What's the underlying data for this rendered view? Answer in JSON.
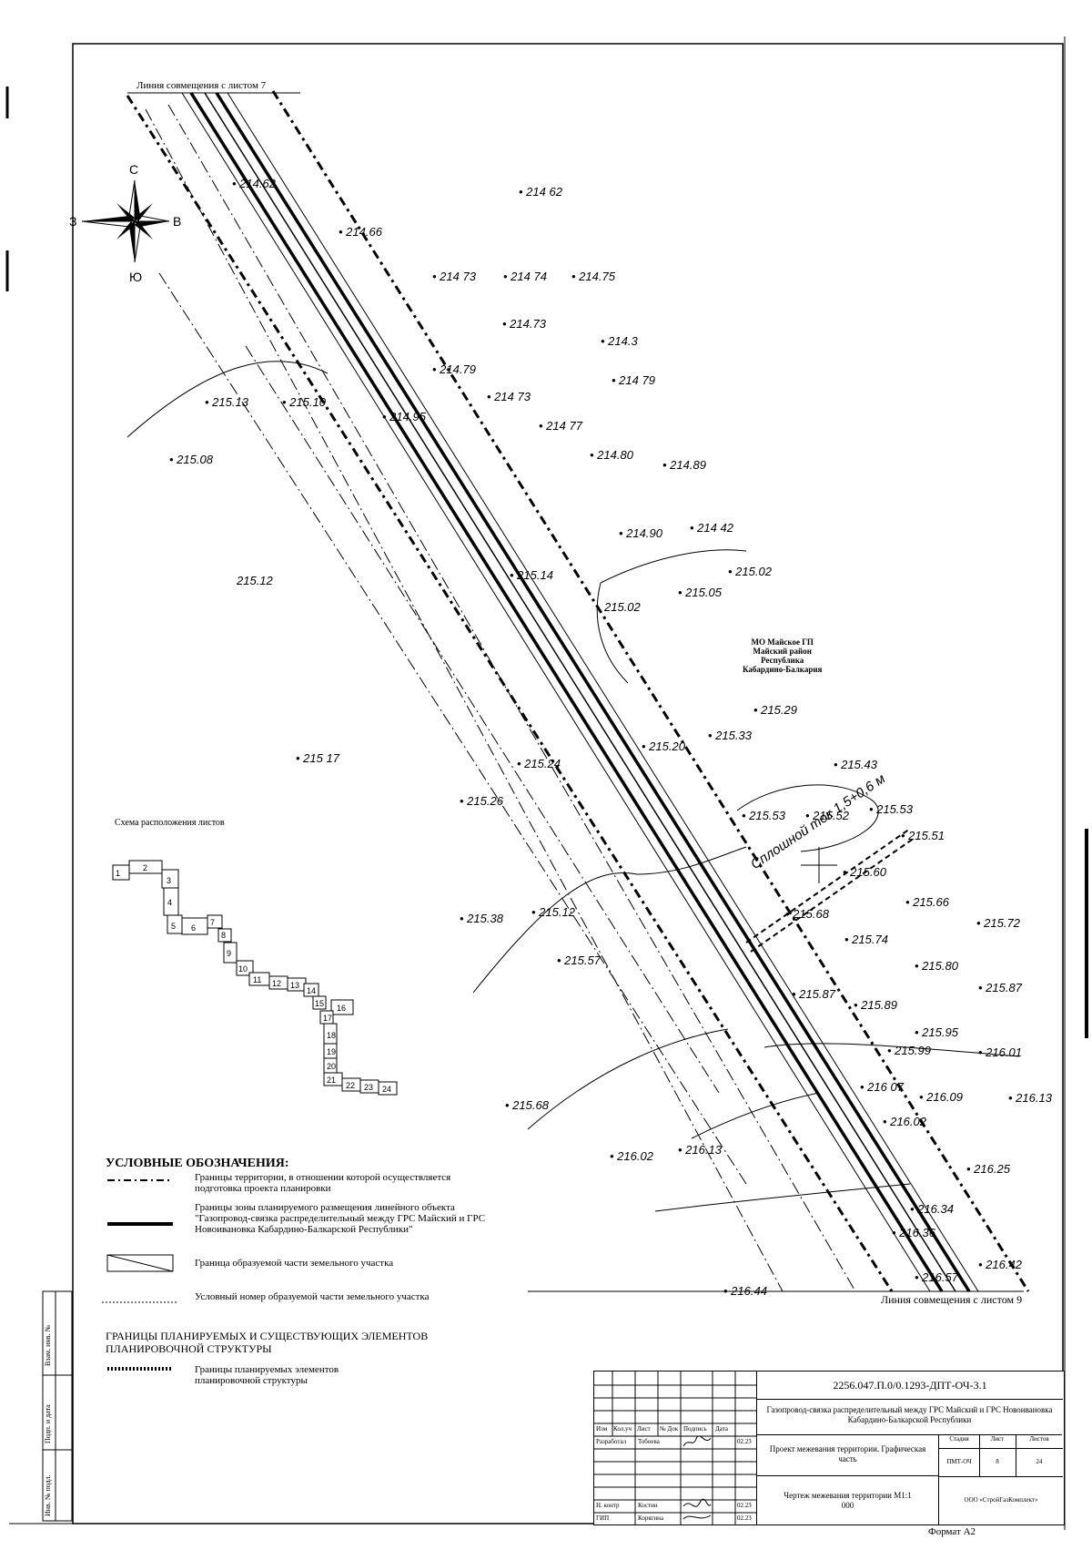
{
  "sheet": {
    "top_link": "Линия совмещения с листом 7",
    "bottom_link": "Линия совмещения с листом 9",
    "format": "Формат А2"
  },
  "compass": {
    "north": "С",
    "south": "Ю",
    "west": "З",
    "east": "В"
  },
  "area_label": [
    "МО Майское ГП",
    "Майский район",
    "Республика",
    "Кабардино-Балкария"
  ],
  "drain_label": "Сплошной ток 1,5+0,6 м",
  "elevations": [
    {
      "v": "• 214 62"
    },
    {
      "v": "• 214 73"
    },
    {
      "v": "• 214 74"
    },
    {
      "v": "• 214.75"
    },
    {
      "v": "• 214.73"
    },
    {
      "v": "• 214.3"
    },
    {
      "v": "• 214 79"
    },
    {
      "v": "• 214.79"
    },
    {
      "v": "• 214 73"
    },
    {
      "v": "• 214 77"
    },
    {
      "v": "• 214.80"
    },
    {
      "v": "• 214.89"
    },
    {
      "v": "• 214.90"
    },
    {
      "v": "• 214 42"
    },
    {
      "v": "• 215.02"
    },
    {
      "v": "• 215.05"
    },
    {
      "v": "215.02"
    },
    {
      "v": "• 215.29"
    },
    {
      "v": "• 215.33"
    },
    {
      "v": "• 215.43"
    },
    {
      "v": "• 215.20"
    },
    {
      "v": "• 215.24"
    },
    {
      "v": "• 215.53"
    },
    {
      "v": "• 215.52"
    },
    {
      "v": "• 215.53"
    },
    {
      "v": "• 215.51"
    },
    {
      "v": "• 215.60"
    },
    {
      "v": "• 215.66"
    },
    {
      "v": "• 215.72"
    },
    {
      "v": "• 215.68"
    },
    {
      "v": "• 215.74"
    },
    {
      "v": "• 215.80"
    },
    {
      "v": "• 215.87"
    },
    {
      "v": "• 215.87"
    },
    {
      "v": "• 215.89"
    },
    {
      "v": "• 215.95"
    },
    {
      "v": "• 215.99"
    },
    {
      "v": "• 216.01"
    },
    {
      "v": "• 216 07"
    },
    {
      "v": "• 216.09"
    },
    {
      "v": "• 216.13"
    },
    {
      "v": "• 216.02"
    },
    {
      "v": "• 216.25"
    },
    {
      "v": "• 216.34"
    },
    {
      "v": "• 216.36"
    },
    {
      "v": "• 216.42"
    },
    {
      "v": "• 216.57"
    },
    {
      "v": "• 216.44"
    },
    {
      "v": "• 216.13"
    },
    {
      "v": "• 216.02"
    },
    {
      "v": "• 215.68"
    },
    {
      "v": "• 215.12"
    },
    {
      "v": "• 215.38"
    },
    {
      "v": "• 215.26"
    },
    {
      "v": "• 215.57"
    },
    {
      "v": "• 215.13"
    },
    {
      "v": "• 215.10"
    },
    {
      "v": "• 215.08"
    },
    {
      "v": "• 214.62"
    },
    {
      "v": "• 214.66"
    },
    {
      "v": "• 214.95"
    },
    {
      "v": "• 215 17"
    },
    {
      "v": "215.12"
    },
    {
      "v": "• 215.14"
    }
  ],
  "scheme": {
    "title": "Схема расположения листов",
    "cells": [
      "1",
      "2",
      "3",
      "4",
      "5",
      "6",
      "7",
      "8",
      "9",
      "10",
      "11",
      "12",
      "13",
      "14",
      "15",
      "16",
      "17",
      "18",
      "19",
      "20",
      "21",
      "22",
      "23",
      "24"
    ]
  },
  "legend": {
    "title": "УСЛОВНЫЕ ОБОЗНАЧЕНИЯ:",
    "items": [
      {
        "text": "Границы территории, в отношении которой осуществляется подготовка проекта планировки"
      },
      {
        "text": "Границы зоны планируемого размещения линейного объекта \"Газопровод-связка распределительный между ГРС Майский и ГРС Новоивановка Кабардино-Балкарской Республики\""
      },
      {
        "text": "Граница образуемой части земельного участка"
      },
      {
        "text": "Условный номер образуемой части земельного участка"
      }
    ],
    "section2": "ГРАНИЦЫ ПЛАНИРУЕМЫХ И СУЩЕСТВУЮЩИХ ЭЛЕМЕНТОВ ПЛАНИРОВОЧНОЙ СТРУКТУРЫ",
    "item5": "Границы планируемых элементов планировочной структуры"
  },
  "side_stamp": [
    "Взам. инв. №",
    "Подп. и дата",
    "Инв. № подл."
  ],
  "title_block": {
    "code": "2256.047.П.0/0.1293-ДПТ-ОЧ-3.1",
    "object": "Газопровод-связка распределительный между ГРС Майский и ГРС Новоивановка Кабардино-Балкарской Республики",
    "headers": [
      "Изм",
      "Кол.уч",
      "Лист",
      "№ Док",
      "Подпись",
      "Дата"
    ],
    "rows": [
      {
        "role": "Разработал",
        "name": "Тобоева",
        "date": "02.23"
      },
      {
        "role": "Н. контр",
        "name": "Костин",
        "date": "02.23"
      },
      {
        "role": "ГИП",
        "name": "Корягина",
        "date": "02.23"
      }
    ],
    "part": "Проект межевания территории. Графическая часть",
    "stage_h": "Стадия",
    "sheet_h": "Лист",
    "sheets_h": "Листов",
    "stage": "ПМТ-ОЧ",
    "sheet": "8",
    "sheets": "24",
    "drawing": "Чертеж межевания территории М1:1 000",
    "org": "ООО «СтройГазКомплект»"
  }
}
